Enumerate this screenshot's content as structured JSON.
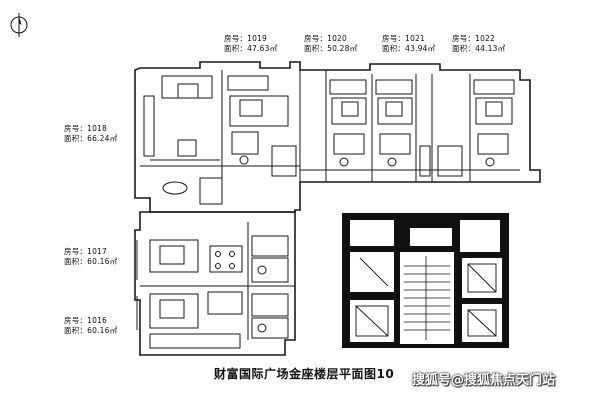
{
  "units": {
    "u1019": {
      "no": "房号：1019",
      "area": "面积：47.63㎡"
    },
    "u1020": {
      "no": "房号：1020",
      "area": "面积：50.28㎡"
    },
    "u1021": {
      "no": "房号：1021",
      "area": "面积：43.94㎡"
    },
    "u1022": {
      "no": "房号：1022",
      "area": "面积：44.13㎡"
    },
    "u1018": {
      "no": "房号：1018",
      "area": "面积：66.24㎡"
    },
    "u1017": {
      "no": "房号：1017",
      "area": "面积：60.16㎡"
    },
    "u1016": {
      "no": "房号：1016",
      "area": "面积：60.16㎡"
    }
  },
  "caption": "财富国际广场金座楼层平面图",
  "caption_suffix": "10",
  "watermark": "搜狐号@搜狐焦点天门站",
  "icons": {
    "compass": "north-arrow-icon",
    "stairs": "staircase-icon",
    "elevator": "elevator-icon"
  },
  "colors": {
    "line": "#1a1a1a",
    "core_fill": "#111111",
    "background": "#ffffff"
  }
}
